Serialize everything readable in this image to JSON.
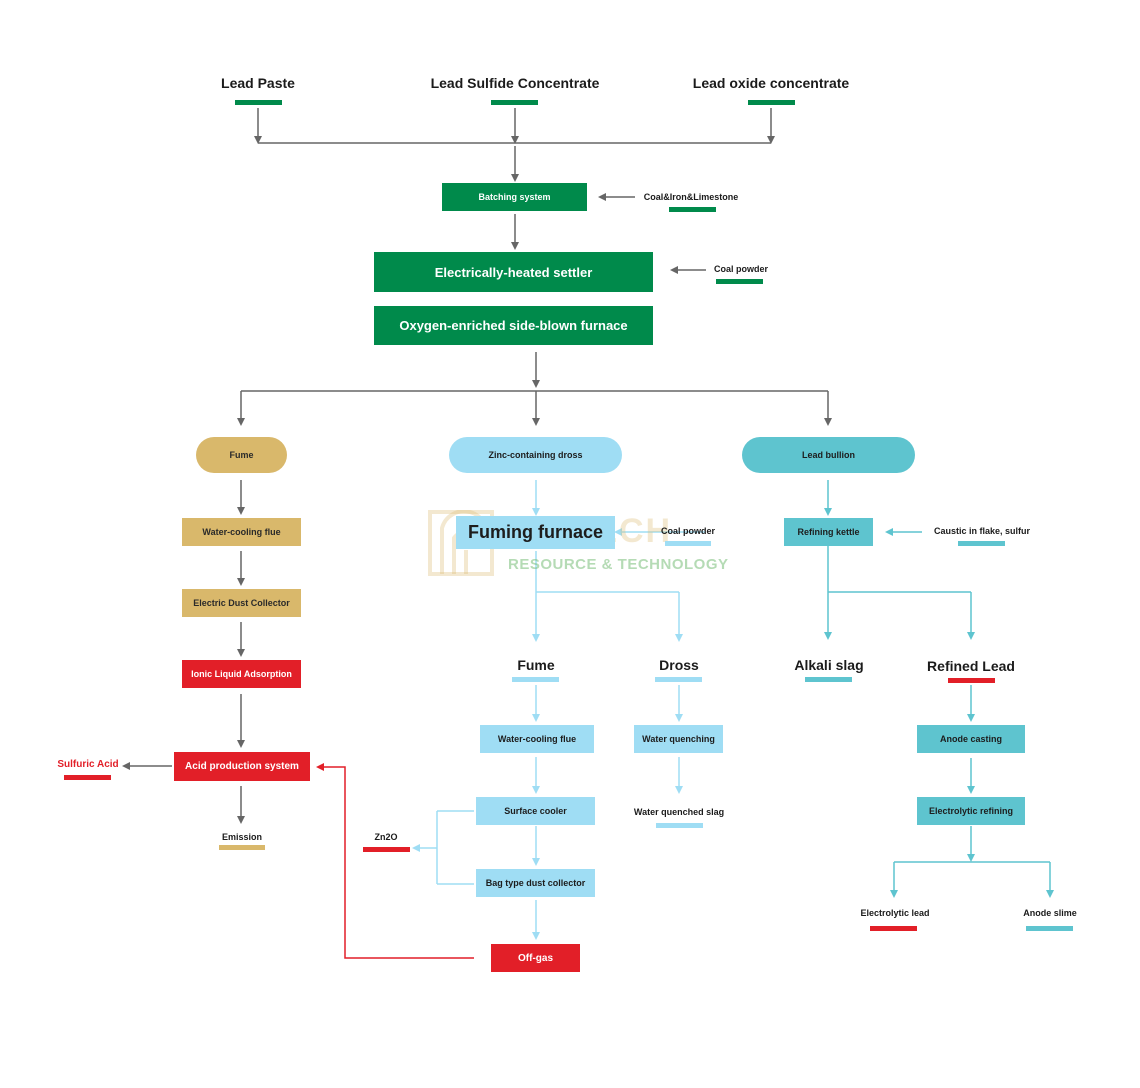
{
  "raw_materials": {
    "lead_paste": "Lead Paste",
    "lead_sulfide": "Lead Sulfide Concentrate",
    "lead_oxide": "Lead oxide concentrate"
  },
  "main_process": {
    "batching": "Batching system",
    "batching_input": "Coal&Iron&Limestone",
    "settler": "Electrically-heated settler",
    "settler_input": "Coal powder",
    "furnace": "Oxygen-enriched side-blown furnace"
  },
  "fume_branch": {
    "head": "Fume",
    "step1": "Water-cooling flue",
    "step2": "Electric Dust Collector",
    "step3": "Ionic Liquid Adsorption",
    "step4": "Acid production system",
    "output_acid": "Sulfuric Acid",
    "output_emission": "Emission"
  },
  "zinc_branch": {
    "head": "Zinc-containing dross",
    "fuming": "Fuming furnace",
    "fuming_input": "Coal powder",
    "fume": "Fume",
    "dross": "Dross",
    "fume_step1": "Water-cooling flue",
    "fume_step2": "Surface cooler",
    "fume_step3": "Bag type dust collector",
    "offgas": "Off-gas",
    "zno": "Zn2O",
    "dross_step1": "Water quenching",
    "dross_output": "Water quenched slag"
  },
  "lead_branch": {
    "head": "Lead bullion",
    "kettle": "Refining kettle",
    "kettle_input": "Caustic in flake, sulfur",
    "alkali": "Alkali slag",
    "refined": "Refined Lead",
    "anode_casting": "Anode casting",
    "electrolytic": "Electrolytic refining",
    "out_lead": "Electrolytic lead",
    "out_slime": "Anode slime"
  },
  "watermark": {
    "title": "RE-TECH",
    "subtitle": "RESOURCE & TECHNOLOGY"
  },
  "colors": {
    "green": "#008a4b",
    "gold": "#d9b86b",
    "red": "#e21f28",
    "light_blue": "#9fddf4",
    "teal": "#5ec4cf",
    "gray_line": "#666666"
  }
}
